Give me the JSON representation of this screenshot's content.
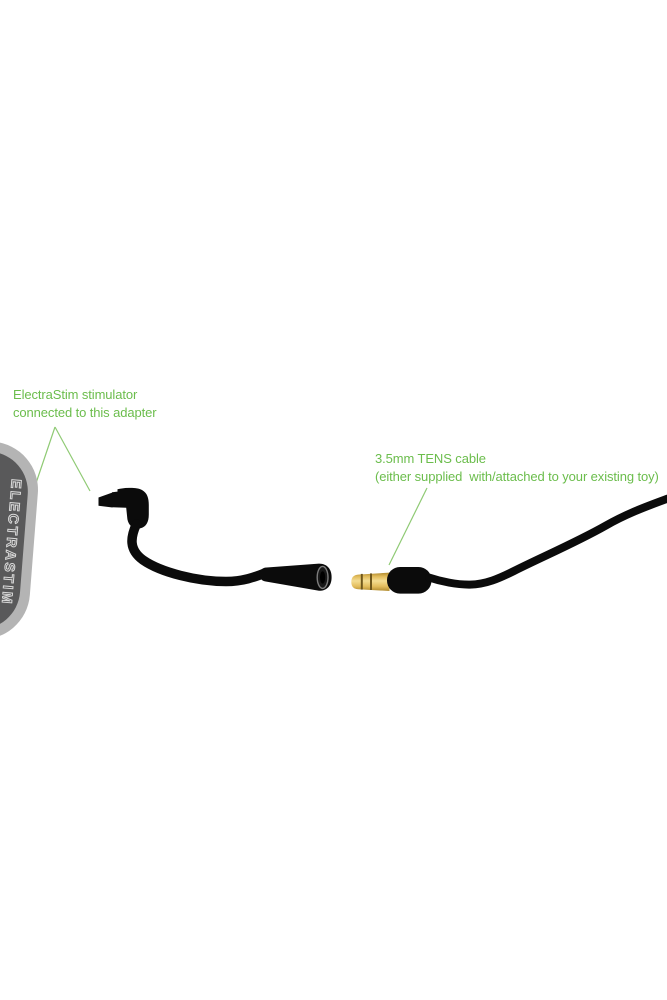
{
  "annotations": {
    "stimulator": {
      "line1": "ElectraStim stimulator",
      "line2": "connected to this adapter"
    },
    "tens": {
      "line1": "3.5mm TENS cable",
      "line2": "(either supplied  with/attached to your existing toy)"
    }
  },
  "device": {
    "label": "ELECTRASTIM"
  },
  "colors": {
    "background": "#ffffff",
    "annotation_green": "#6bbd4c",
    "leader_green": "#8fca74",
    "cable_black": "#0b0b0b",
    "gold_light": "#f4dd92",
    "gold_mid": "#e3bd5d",
    "gold_dark": "#b08a2e",
    "gold_separator": "#6f571c",
    "device_edge": "#b4b4b4",
    "device_body": "#59595a",
    "device_label_stroke": "#d9d9d9"
  }
}
